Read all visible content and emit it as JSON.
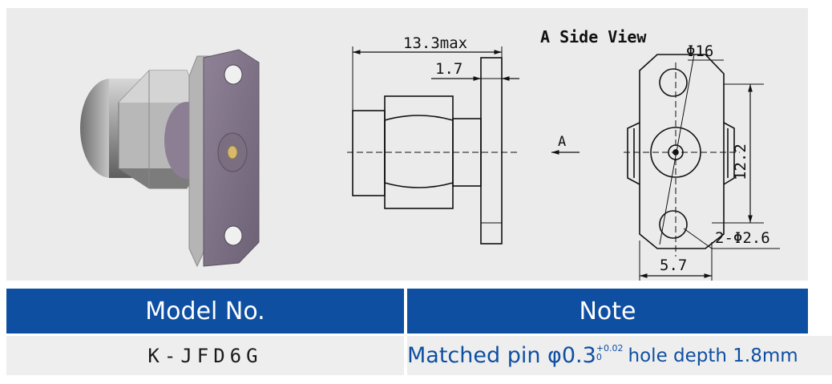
{
  "figure": {
    "overall_length": "13.3max",
    "flange_thickness": "1.7",
    "side_view_title": "A Side View",
    "view_arrow_label": "A",
    "hole_pitch_label": "Φ16",
    "height_label": "12.2",
    "mount_hole_label": "2-Φ2.6",
    "width_label": "5.7"
  },
  "table": {
    "header_model": "Model No.",
    "header_note": "Note",
    "model": "K-JFD6G",
    "note_main": "Matched pin φ0.3",
    "note_tol_upper": "+0.02",
    "note_tol_lower": "0",
    "note_rest": "hole depth 1.8mm"
  },
  "colors": {
    "header_bg": "#0f4fa2",
    "note_text": "#0f4fa2",
    "figure_bg": "#ebebeb"
  }
}
